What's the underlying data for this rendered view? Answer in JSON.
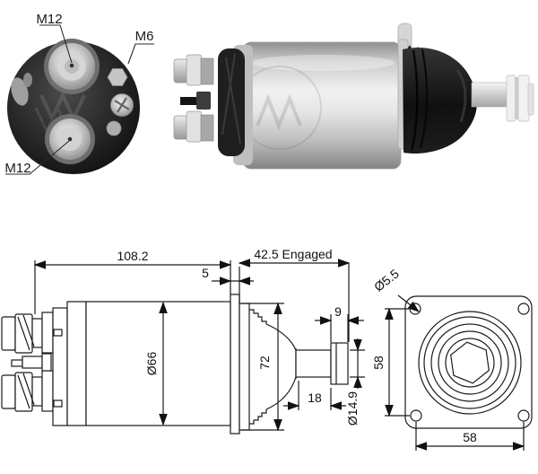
{
  "photo": {
    "labels": {
      "top_terminal": "M12",
      "side_terminal": "M6",
      "bottom_terminal": "M12"
    }
  },
  "drawing": {
    "overall_length": "108.2",
    "flange_thickness": "5",
    "engaged_length": "42.5 Engaged",
    "tip_width": "9",
    "mount_hole_dia": "Ø5.5",
    "body_dia": "Ø66",
    "boot_dia": "72",
    "shaft_length": "18",
    "shaft_dia": "Ø14.9",
    "flange_hole_spacing_v": "58",
    "flange_hole_spacing_h": "58"
  }
}
